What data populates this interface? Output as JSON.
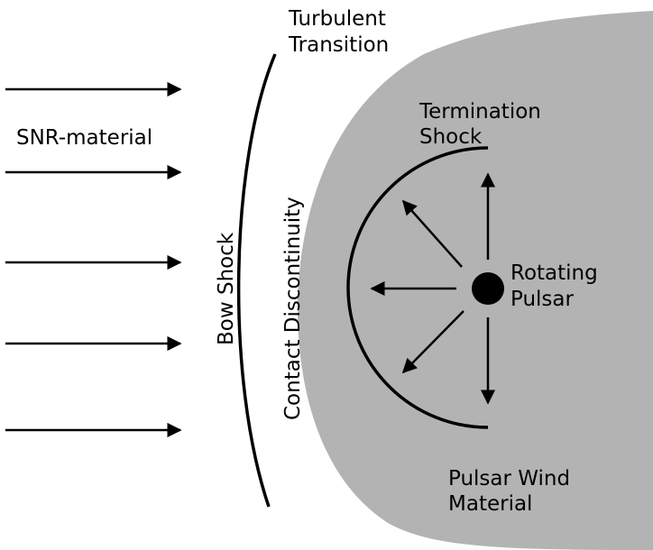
{
  "labels": {
    "snr_material": "SNR-material",
    "turbulent_line1": "Turbulent",
    "turbulent_line2": "Transition",
    "termination_line1": "Termination",
    "termination_line2": "Shock",
    "bow_shock": "Bow Shock",
    "contact_discontinuity": "Contact Discontinuity",
    "rotating_line1": "Rotating",
    "rotating_line2": "Pulsar",
    "wind_line1": "Pulsar Wind",
    "wind_line2": "Material"
  },
  "colors": {
    "nebula_fill": "#b3b3b3",
    "stroke": "#000000",
    "background": "#ffffff"
  }
}
